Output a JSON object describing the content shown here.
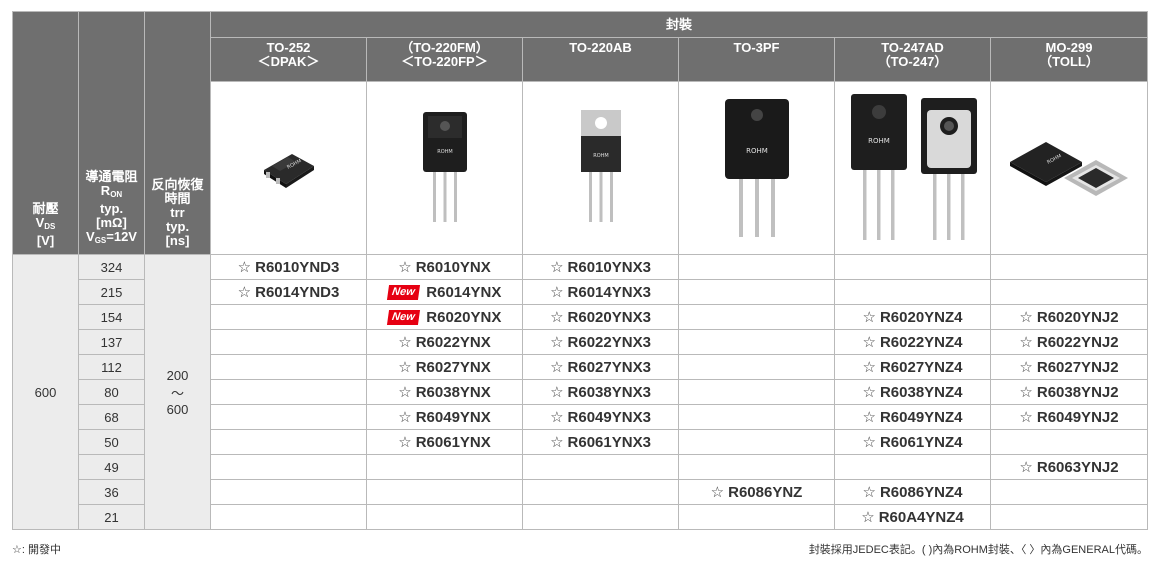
{
  "header": {
    "package_group": "封裝",
    "vds_label": "耐壓",
    "vds_sym": "V",
    "vds_sub": "DS",
    "vds_unit": "[V]",
    "ron_label": "導通電阻",
    "ron_sym": "R",
    "ron_sub": "ON",
    "ron_typ": "typ.",
    "ron_unit": "[mΩ]",
    "ron_cond_sym": "V",
    "ron_cond_sub": "GS",
    "ron_cond_val": "=12V",
    "trr_label1": "反向恢復",
    "trr_label2": "時間",
    "trr_sym": "trr",
    "trr_typ": "typ.",
    "trr_unit": "[ns]"
  },
  "packages": [
    {
      "line1": "TO-252",
      "line2": "＜DPAK＞"
    },
    {
      "line1": "（TO-220FM）",
      "line2": "＜TO-220FP＞"
    },
    {
      "line1": "TO-220AB",
      "line2": ""
    },
    {
      "line1": "TO-3PF",
      "line2": ""
    },
    {
      "line1": "TO-247AD",
      "line2": "（TO-247）"
    },
    {
      "line1": "MO-299",
      "line2": "（TOLL）"
    }
  ],
  "image_labels": {
    "dpak": "ROHM",
    "to220fm": "ROHM",
    "to220ab": "ROHM",
    "to3pf": "ROHM",
    "to247": "ROHM",
    "toll": "ROHM"
  },
  "vds_value": "600",
  "trr_value1": "200",
  "trr_value2": "～",
  "trr_value3": "600",
  "star_symbol": "☆",
  "new_label": "New",
  "rows": [
    {
      "ron": "324",
      "p0": "R6010YND3",
      "p1": "R6010YNX",
      "p1new": false,
      "p2": "R6010YNX3",
      "p3": "",
      "p4": "",
      "p5": ""
    },
    {
      "ron": "215",
      "p0": "R6014YND3",
      "p1": "R6014YNX",
      "p1new": true,
      "p2": "R6014YNX3",
      "p3": "",
      "p4": "",
      "p5": ""
    },
    {
      "ron": "154",
      "p0": "",
      "p1": "R6020YNX",
      "p1new": true,
      "p2": "R6020YNX3",
      "p3": "",
      "p4": "R6020YNZ4",
      "p5": "R6020YNJ2"
    },
    {
      "ron": "137",
      "p0": "",
      "p1": "R6022YNX",
      "p1new": false,
      "p2": "R6022YNX3",
      "p3": "",
      "p4": "R6022YNZ4",
      "p5": "R6022YNJ2"
    },
    {
      "ron": "112",
      "p0": "",
      "p1": "R6027YNX",
      "p1new": false,
      "p2": "R6027YNX3",
      "p3": "",
      "p4": "R6027YNZ4",
      "p5": "R6027YNJ2"
    },
    {
      "ron": "80",
      "p0": "",
      "p1": "R6038YNX",
      "p1new": false,
      "p2": "R6038YNX3",
      "p3": "",
      "p4": "R6038YNZ4",
      "p5": "R6038YNJ2"
    },
    {
      "ron": "68",
      "p0": "",
      "p1": "R6049YNX",
      "p1new": false,
      "p2": "R6049YNX3",
      "p3": "",
      "p4": "R6049YNZ4",
      "p5": "R6049YNJ2"
    },
    {
      "ron": "50",
      "p0": "",
      "p1": "R6061YNX",
      "p1new": false,
      "p2": "R6061YNX3",
      "p3": "",
      "p4": "R6061YNZ4",
      "p5": ""
    },
    {
      "ron": "49",
      "p0": "",
      "p1": "",
      "p1new": false,
      "p2": "",
      "p3": "",
      "p4": "",
      "p5": "R6063YNJ2"
    },
    {
      "ron": "36",
      "p0": "",
      "p1": "",
      "p1new": false,
      "p2": "",
      "p3": "R6086YNZ",
      "p4": "R6086YNZ4",
      "p5": ""
    },
    {
      "ron": "21",
      "p0": "",
      "p1": "",
      "p1new": false,
      "p2": "",
      "p3": "",
      "p4": "R60A4YNZ4",
      "p5": ""
    }
  ],
  "footer": {
    "left": "☆: 開發中",
    "right": "封裝採用JEDEC表記。( )內為ROHM封裝、〈 〉內為GENERAL代碼。"
  },
  "colors": {
    "header_bg": "#6f6f6f",
    "left_col_bg": "#ececec",
    "new_badge": "#e60012",
    "border": "#b9b9b9"
  }
}
